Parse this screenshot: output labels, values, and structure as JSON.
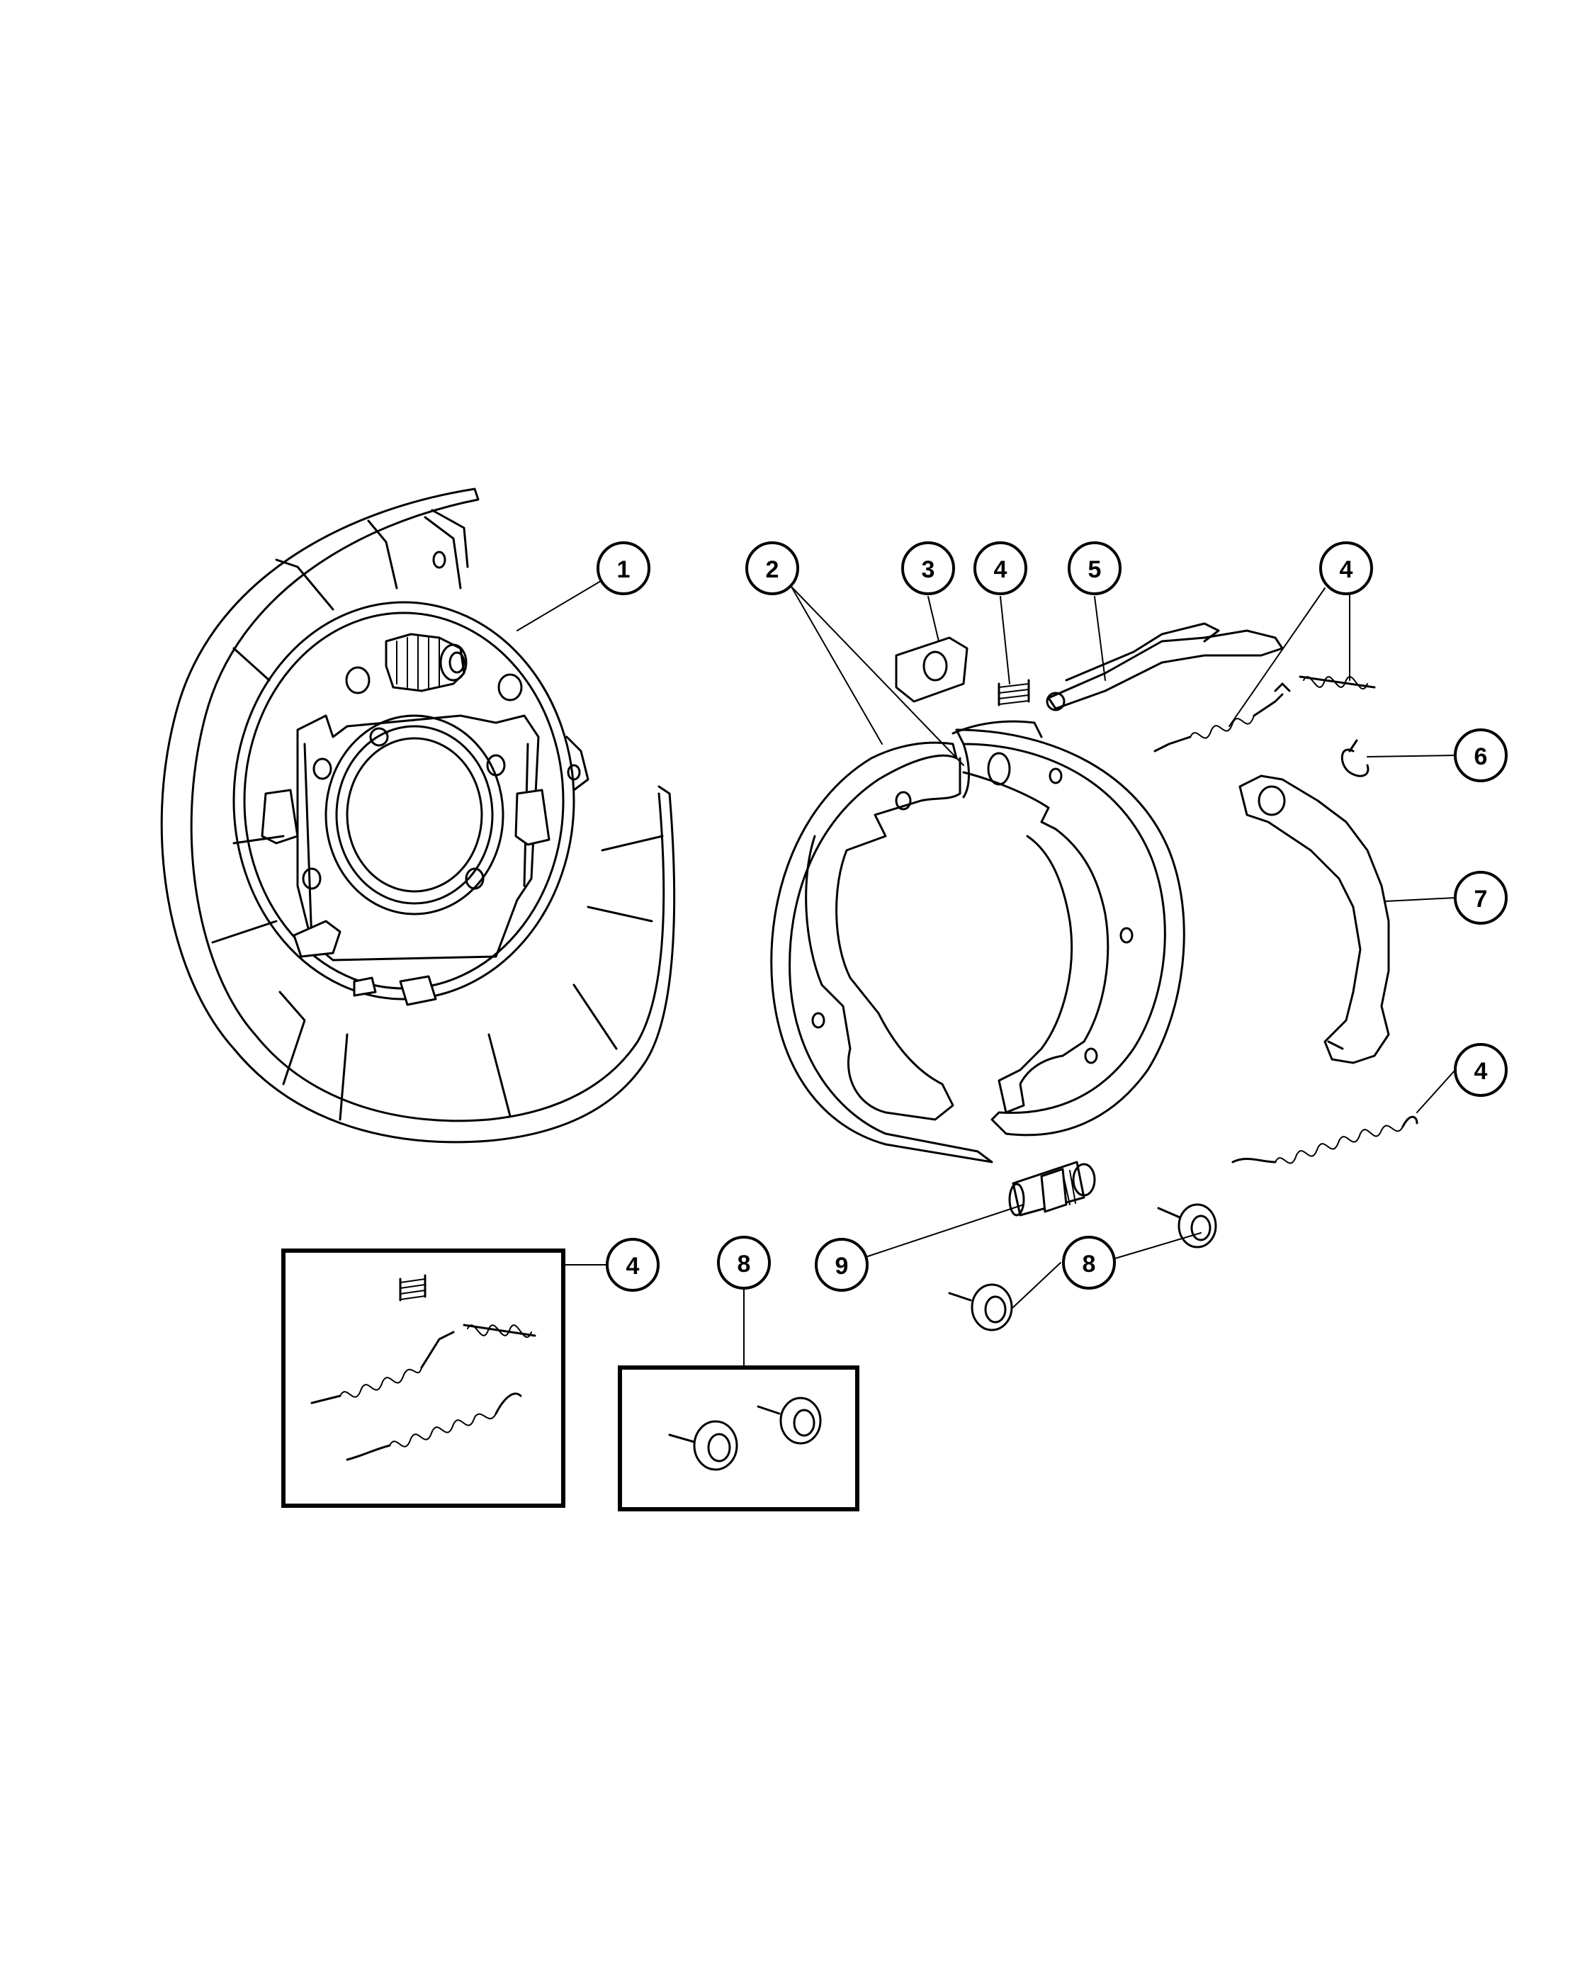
{
  "callouts": [
    {
      "number": "1"
    },
    {
      "number": "2"
    },
    {
      "number": "3"
    },
    {
      "number": "4"
    },
    {
      "number": "5"
    },
    {
      "number": "4"
    },
    {
      "number": "6"
    },
    {
      "number": "7"
    },
    {
      "number": "4"
    },
    {
      "number": "4"
    },
    {
      "number": "8"
    },
    {
      "number": "9"
    },
    {
      "number": "8"
    }
  ]
}
